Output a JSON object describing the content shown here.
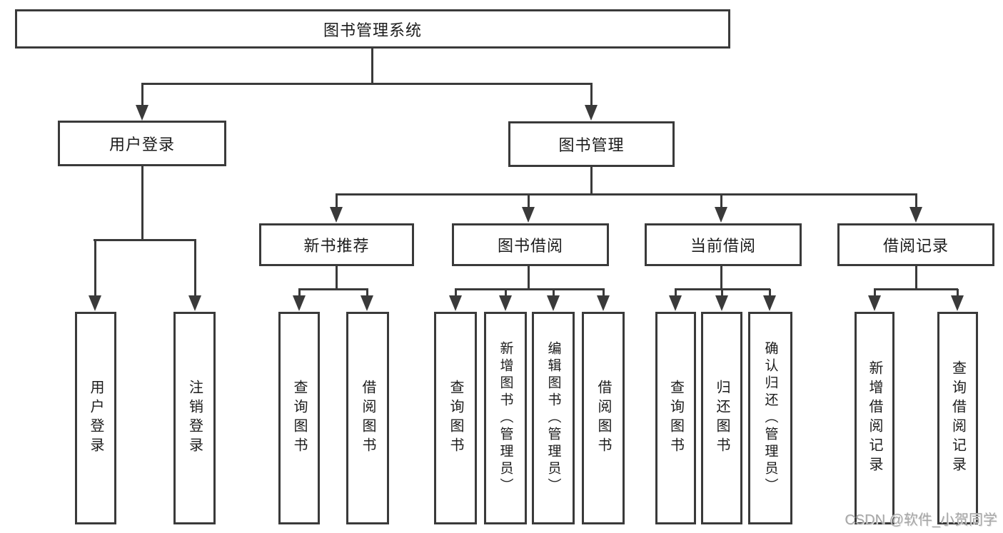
{
  "nodes": {
    "root": "图书管理系统",
    "level2": [
      "用户登录",
      "图书管理"
    ],
    "level3": [
      "新书推荐",
      "图书借阅",
      "当前借阅",
      "借阅记录"
    ],
    "leaves": [
      "用户登录",
      "注销登录",
      "查询图书",
      "借阅图书",
      "查询图书",
      "新增图书（管理员）",
      "编辑图书（管理员）",
      "借阅图书",
      "查询图书",
      "归还图书",
      "确认归还（管理员）",
      "新增借阅记录",
      "查询借阅记录"
    ]
  },
  "watermark": "CSDN @软件_小贺同学",
  "colors": {
    "line": "#3a3a3a",
    "text": "#1c1c1c",
    "watermark": "#a6a6a6",
    "background": "#ffffff"
  }
}
